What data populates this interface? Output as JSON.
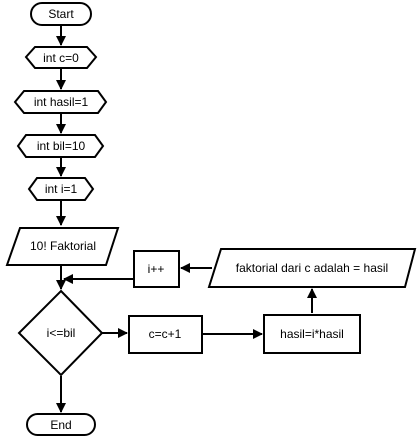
{
  "nodes": {
    "start": "Start",
    "int_c": "int c=0",
    "int_hasil": "int hasil=1",
    "int_bil": "int bil=10",
    "int_i": "int i=1",
    "output_title": "10! Faktorial",
    "condition": "i<=bil",
    "c_increment": "c=c+1",
    "hasil_calc": "hasil=i*hasil",
    "output_result": "faktorial dari c adalah = hasil",
    "i_increment": "i++",
    "end": "End"
  }
}
